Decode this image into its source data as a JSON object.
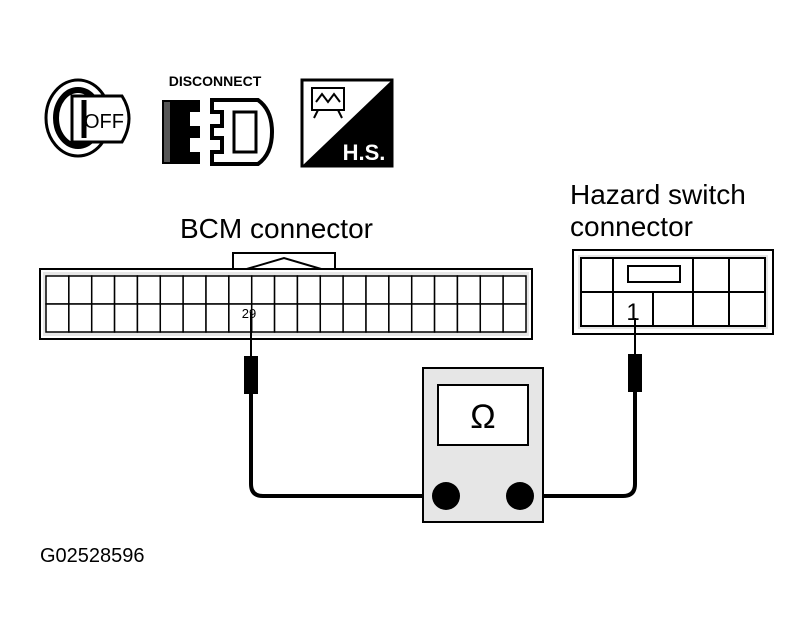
{
  "icons": {
    "key_off": {
      "name": "ignition-key-off-icon",
      "text": "OFF"
    },
    "disconnect": {
      "name": "disconnect-connector-icon",
      "text": "DISCONNECT"
    },
    "hazard_switch": {
      "name": "hazard-switch-icon",
      "text": "H.S."
    }
  },
  "bcm_connector": {
    "title": "BCM connector",
    "terminal_label": "29",
    "rows": 2,
    "columns": 21
  },
  "hazard_connector": {
    "title_line1": "Hazard switch",
    "title_line2": "connector",
    "terminal_label": "1"
  },
  "meter": {
    "symbol": "Ω"
  },
  "figure_id": "G02528596",
  "colors": {
    "line": "#000000",
    "shade": "#e6e6e6",
    "background": "#ffffff"
  }
}
